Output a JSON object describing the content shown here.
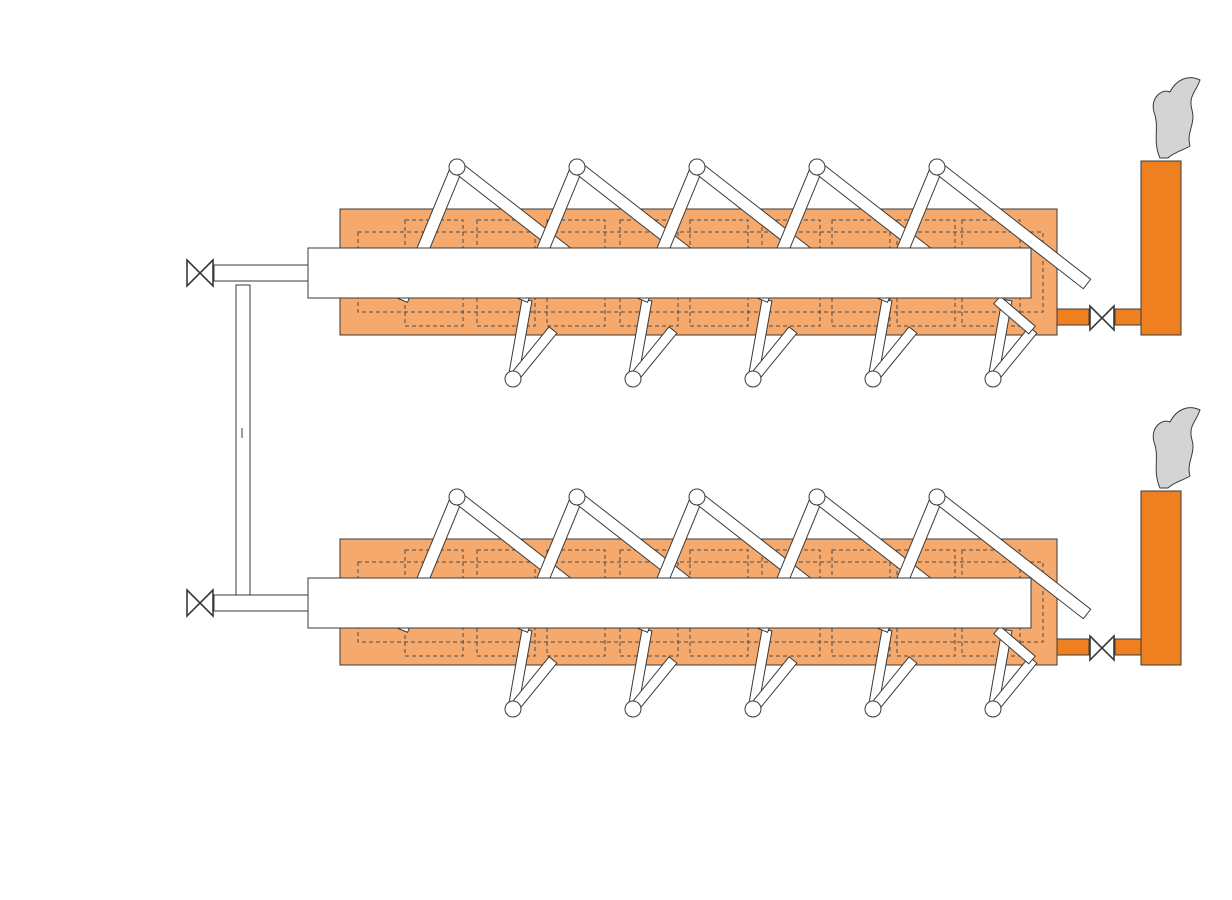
{
  "diagram": {
    "colors": {
      "background": "#ffffff",
      "furnace_fill": "#f5a96c",
      "chimney_fill": "#ef8020",
      "smoke_fill": "#d4d4d4",
      "line": "#3a3a3a",
      "pipe_fill": "#ffffff",
      "dash": "#4a4a4a"
    },
    "units": [
      {
        "name": "upper-unit",
        "heat_exchange_tubes": 5,
        "rods_per_tube": 2
      },
      {
        "name": "lower-unit",
        "heat_exchange_tubes": 5,
        "rods_per_tube": 2
      }
    ],
    "components": [
      "valve-icon",
      "chimney-icon",
      "smoke-icon",
      "bypass-pipe"
    ]
  }
}
